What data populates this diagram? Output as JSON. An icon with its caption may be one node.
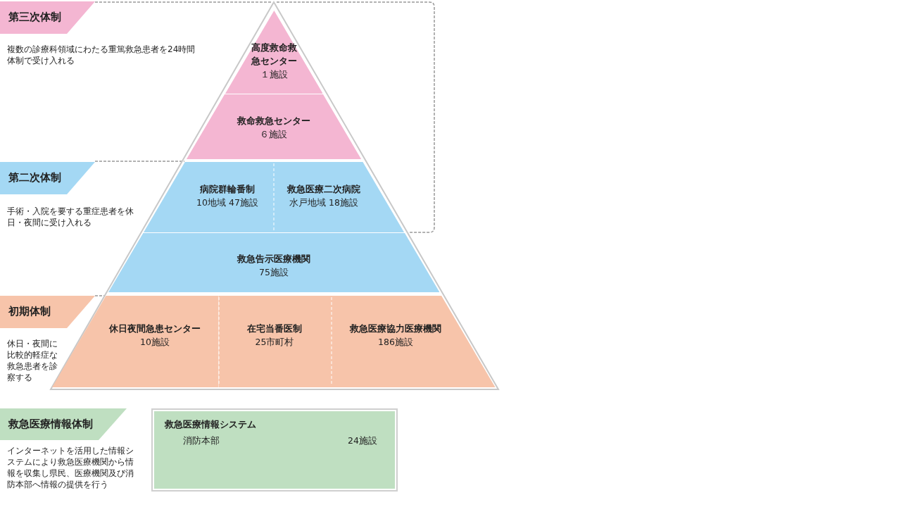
{
  "diagram": {
    "nodes": [
      {
        "text": [
          "第三次体制"
        ]
      },
      {
        "text": [
          "高度救命救急センター",
          "１施設"
        ]
      },
      {
        "text": [
          "救命救急センター",
          "６施設"
        ]
      },
      {
        "text": [
          "第二次体制"
        ]
      },
      {
        "text": [
          "病院群輪番制",
          "10地域 47施設"
        ]
      },
      {
        "text": [
          "救急医療二次病院",
          "水戸地域 18施設"
        ]
      },
      {
        "text": [
          "救急告示医療機関",
          "75施設"
        ]
      },
      {
        "text": [
          "初期体制"
        ]
      },
      {
        "text": [
          "休日夜間急患センター",
          "10施設"
        ]
      },
      {
        "text": [
          "在宅当番医制",
          "25市町村"
        ]
      },
      {
        "text": [
          "救急医療協力医療機関",
          "186施設"
        ]
      },
      {
        "text": [
          "救急医療情報体制"
        ]
      },
      {
        "text": [
          "救急医療情報システム",
          "消防本部",
          "24施設"
        ]
      }
    ],
    "edges": [],
    "labels": [
      "複数の診療科領域にわたる重篤救急患者を24時間体制で受け入れる",
      "手術・入院を要する重症患者を休日・夜間に受け入れる",
      "休日・夜間に比較的軽症な救急患者を診察する",
      "インターネットを活用した情報システムにより救急医療機関から情報を収集し県民、医療機関及び消防本部へ情報の提供を行う"
    ]
  }
}
